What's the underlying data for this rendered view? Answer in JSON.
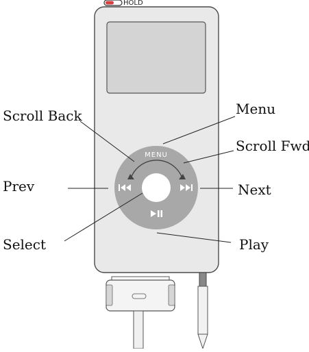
{
  "device": {
    "hold_label": "HOLD",
    "wheel_menu_label": "MENU"
  },
  "callouts": {
    "scroll_back": "Scroll Back",
    "menu": "Menu",
    "scroll_fwd": "Scroll Fwd",
    "prev": "Prev",
    "next": "Next",
    "select": "Select",
    "play": "Play"
  },
  "colors": {
    "body": "#e9e9e9",
    "body_outline": "#4a4a4a",
    "screen": "#d4d4d4",
    "wheel": "#a8a8a8",
    "wheel_glyph": "#ffffff",
    "hold_switch": "#d64040"
  }
}
